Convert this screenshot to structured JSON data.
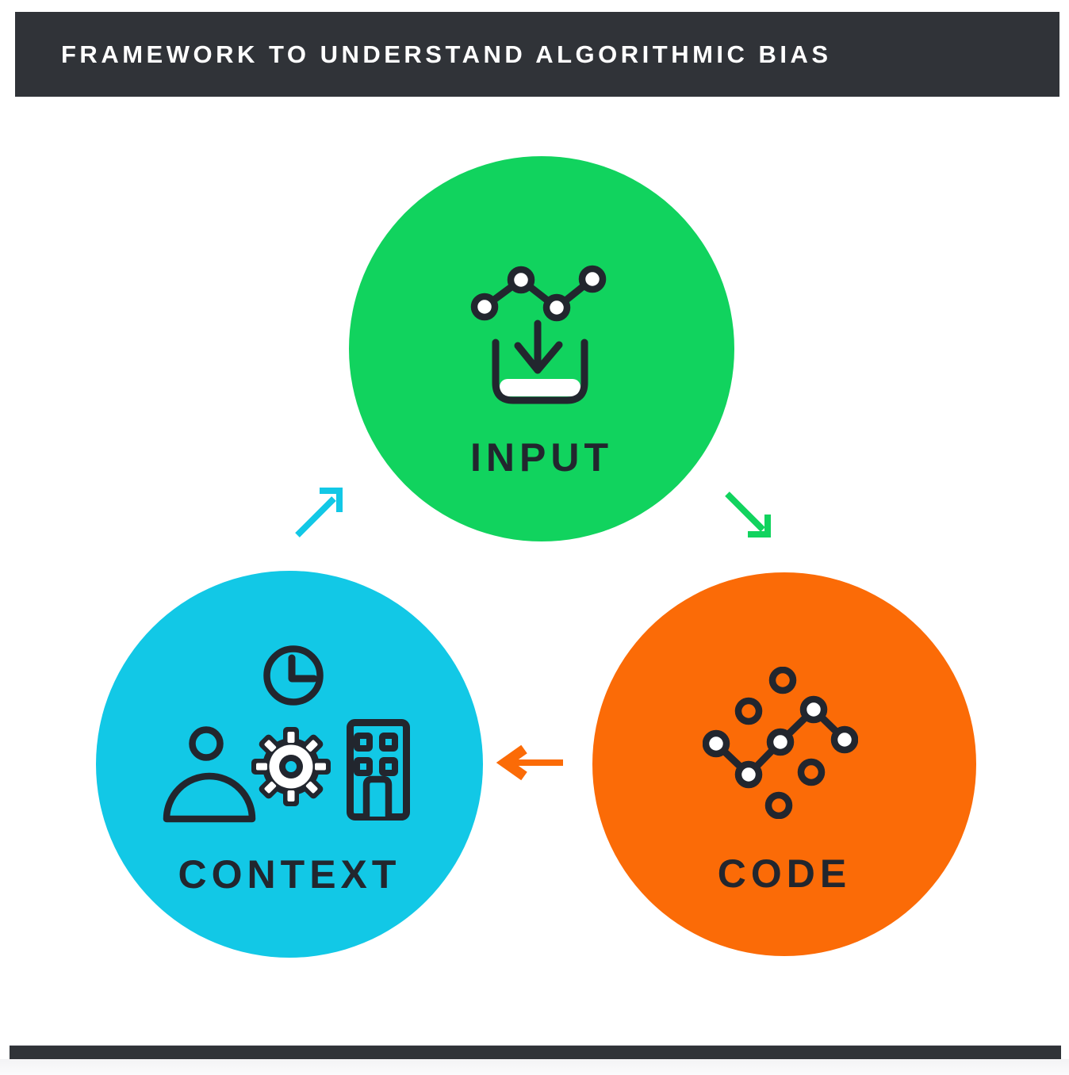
{
  "header": {
    "title": "FRAMEWORK TO UNDERSTAND ALGORITHMIC BIAS"
  },
  "colors": {
    "header_bar": "#303338",
    "ink": "#22262E",
    "green": "#11D35E",
    "orange": "#FB6B07",
    "cyan": "#12C8E6",
    "background": "#FFFFFF"
  },
  "diagram": {
    "nodes": [
      {
        "id": "input",
        "label": "INPUT",
        "color": "#11D35E",
        "icon": "data-chart-download-icon"
      },
      {
        "id": "code",
        "label": "CODE",
        "color": "#FB6B07",
        "icon": "network-nodes-icon"
      },
      {
        "id": "context",
        "label": "CONTEXT",
        "color": "#12C8E6",
        "icon": "clock-person-gear-building-icon"
      }
    ],
    "arrows": [
      {
        "from": "context",
        "to": "input",
        "color": "#12C8E6",
        "direction": "up-right"
      },
      {
        "from": "input",
        "to": "code",
        "color": "#11D35E",
        "direction": "down-right"
      },
      {
        "from": "code",
        "to": "context",
        "color": "#FB6B07",
        "direction": "left"
      }
    ]
  }
}
